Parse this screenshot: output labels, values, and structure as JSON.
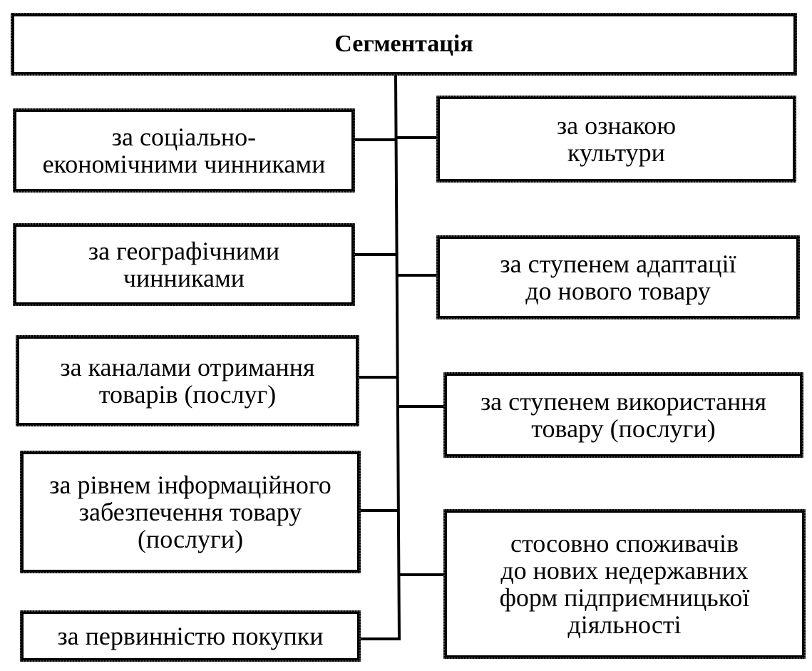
{
  "diagram": {
    "root": "Сегментація",
    "left": [
      "за соціально-\nекономічними чинниками",
      "за географічними\nчинниками",
      "за каналами отримання\nтоварів (послуг)",
      "за рівнем інформаційного\nзабезпечення товару\n(послуги)",
      "за первинністю покупки"
    ],
    "right": [
      "за ознакою\nкультури",
      "за ступенем адаптації\nдо нового товару",
      "за ступенем використання\nтовару (послуги)",
      "стосовно споживачів\nдо нових недержавних\nформ підприємницької\nдіяльності"
    ]
  }
}
